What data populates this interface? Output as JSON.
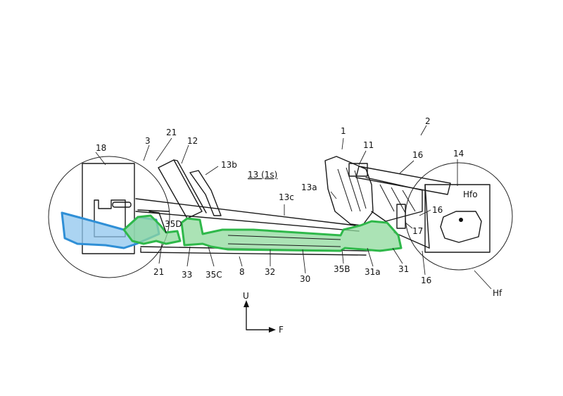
{
  "colors": {
    "green": "#2fb84a",
    "green_fill": "#8fd99c",
    "blue": "#2f8fd6",
    "blue_fill": "#8fc6ee",
    "line": "#1a1a1a"
  },
  "labels": {
    "n1": "1",
    "n2": "2",
    "n3": "3",
    "n8": "8",
    "n11": "11",
    "n12": "12",
    "n13": "13 (1s)",
    "n13a": "13a",
    "n13b": "13b",
    "n13c": "13c",
    "n14": "14",
    "n16a": "16",
    "n16b": "16",
    "n16c": "16",
    "n17": "17",
    "n18": "18",
    "n21a": "21",
    "n21b": "21",
    "n30": "30",
    "n31": "31",
    "n31a": "31a",
    "n32": "32",
    "n33": "33",
    "n35B": "35B",
    "n35C": "35C",
    "n35D": "35D",
    "hfo": "Hfo",
    "hf": "Hf"
  },
  "axes": {
    "up": "U",
    "forward": "F"
  }
}
